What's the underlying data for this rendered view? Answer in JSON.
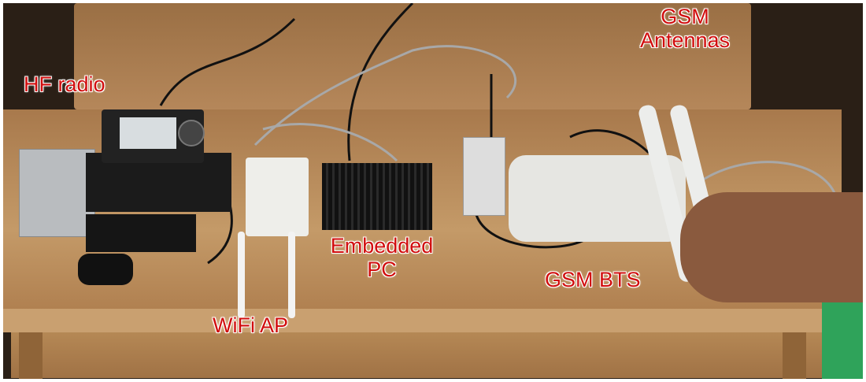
{
  "labels": {
    "hf_radio": "HF radio",
    "gsm_antennas_line1": "GSM",
    "gsm_antennas_line2": "Antennas",
    "embedded_pc_line1": "Embedded",
    "embedded_pc_line2": "PC",
    "wifi_ap": "WiFi AP",
    "gsm_bts": "GSM BTS"
  },
  "colors": {
    "label": "#d10d0d",
    "outline": "#ffffff"
  }
}
